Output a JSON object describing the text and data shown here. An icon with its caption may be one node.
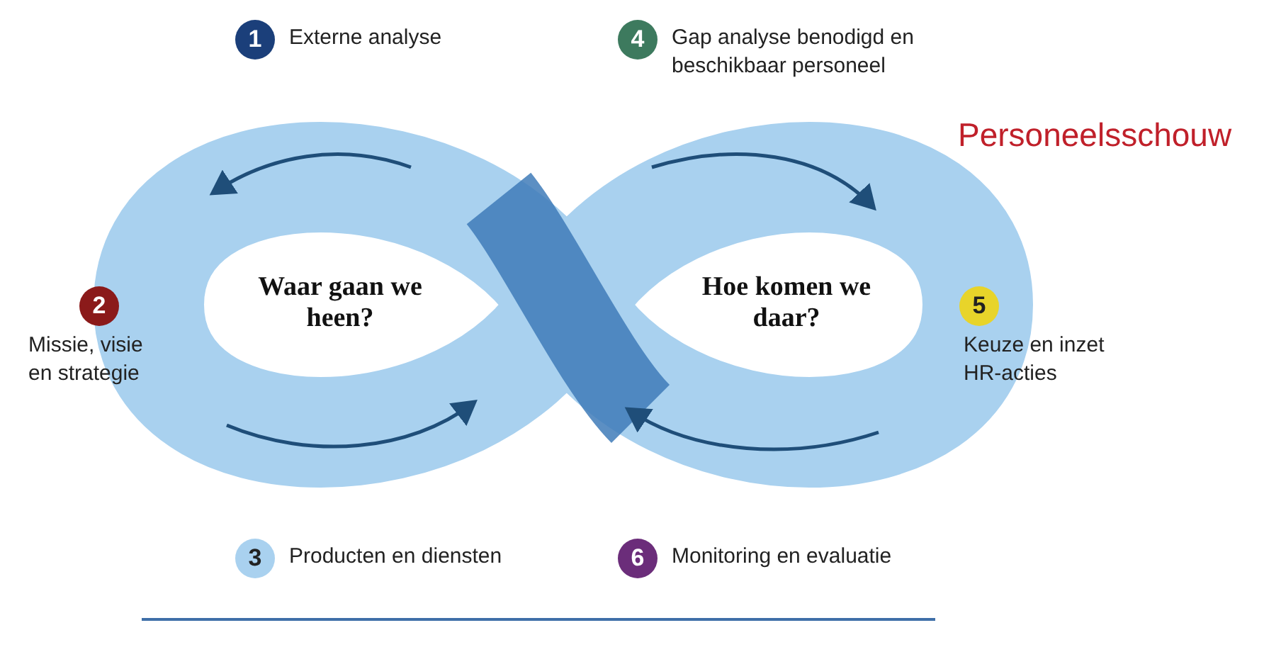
{
  "diagram": {
    "title": "Personeelsschouw",
    "nodes": [
      {
        "text": [
          "1"
        ],
        "beside": [
          "Externe analyse"
        ]
      },
      {
        "text": [
          "4"
        ],
        "beside": [
          "Gap analyse benodigd en beschikbaar personeel"
        ]
      },
      {
        "text": [
          "2"
        ],
        "beside": [
          "Missie, visie en strategie"
        ]
      },
      {
        "text": [
          "5"
        ],
        "beside": [
          "Keuze en inzet HR-acties"
        ]
      },
      {
        "text": [
          "3"
        ],
        "beside": [
          "Producten en diensten"
        ]
      },
      {
        "text": [
          "6"
        ],
        "beside": [
          "Monitoring en evaluatie"
        ]
      }
    ],
    "labels": [
      "Waar gaan we heen?",
      "Hoe komen we daar?"
    ]
  }
}
